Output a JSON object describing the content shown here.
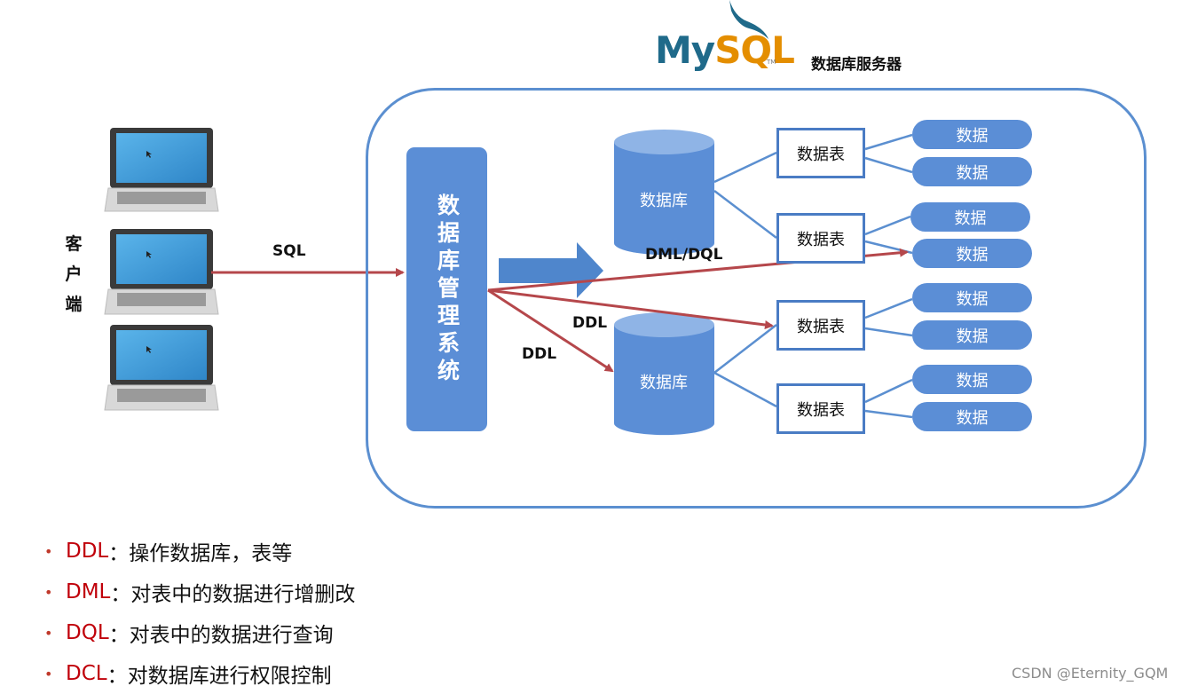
{
  "logo": {
    "word_my": "My",
    "word_sql": "SQL",
    "trademark": "TM"
  },
  "server_title": "数据库服务器",
  "client_label": "客户端",
  "dbms_label": "数据库管理系统",
  "labels": {
    "sql": "SQL",
    "dml_dql": "DML/DQL",
    "ddl_upper": "DDL",
    "ddl_lower": "DDL"
  },
  "databases": [
    {
      "label": "数据库",
      "tables": [
        {
          "label": "数据表",
          "rows": [
            "数据",
            "数据"
          ]
        },
        {
          "label": "数据表",
          "rows": [
            "数据",
            "数据"
          ]
        }
      ]
    },
    {
      "label": "数据库",
      "tables": [
        {
          "label": "数据表",
          "rows": [
            "数据",
            "数据"
          ]
        },
        {
          "label": "数据表",
          "rows": [
            "数据",
            "数据"
          ]
        }
      ]
    }
  ],
  "bullets": [
    {
      "key": "DDL",
      "desc": "：操作数据库，表等"
    },
    {
      "key": "DML",
      "desc": "：对表中的数据进行增删改"
    },
    {
      "key": "DQL",
      "desc": "：对表中的数据进行查询"
    },
    {
      "key": "DCL",
      "desc": "：对数据库进行权限控制"
    }
  ],
  "watermark": "CSDN @Eternity_GQM",
  "colors": {
    "frame": "#5b8fd0",
    "block": "#5b8ed6",
    "arrow": "#b5474b",
    "bullet_key": "#c0000a"
  }
}
